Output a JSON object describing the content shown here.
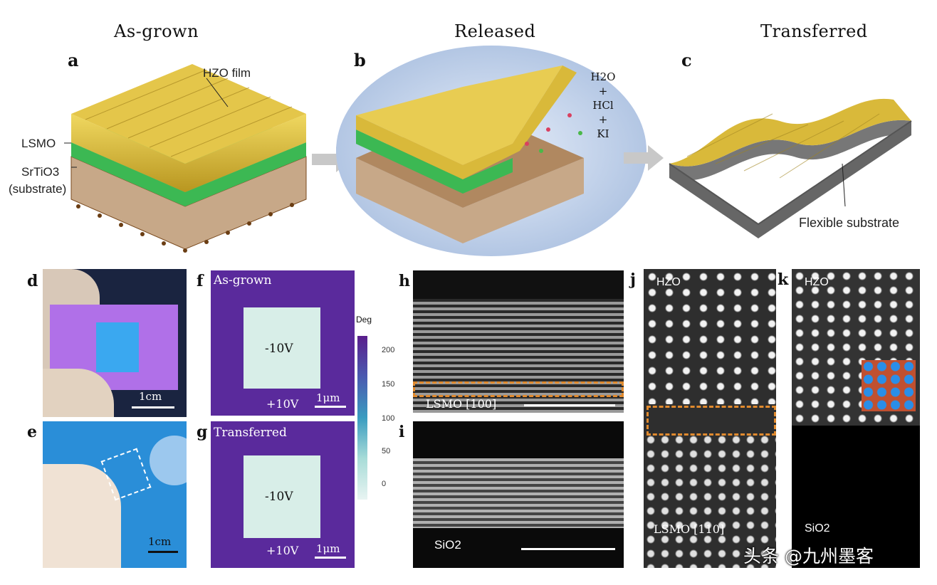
{
  "columns": {
    "as_grown": "As-grown",
    "released": "Released",
    "transferred": "Transferred"
  },
  "panels": {
    "a": "a",
    "b": "b",
    "c": "c",
    "d": "d",
    "e": "e",
    "f": "f",
    "g": "g",
    "h": "h",
    "i": "i",
    "j": "j",
    "k": "k"
  },
  "panel_a": {
    "hzo": "HZO film",
    "lsmo": "LSMO",
    "srtio3": "SrTiO3",
    "substrate": "(substrate)"
  },
  "panel_b": {
    "etchant": [
      "H2O",
      "+",
      "HCl",
      "+",
      "KI"
    ]
  },
  "panel_c": {
    "flexible": "Flexible substrate"
  },
  "panel_d": {
    "scale": "1cm"
  },
  "panel_e": {
    "scale": "1cm"
  },
  "panel_f": {
    "title": "As-grown",
    "inner": "-10V",
    "outer": "+10V",
    "scale": "1μm"
  },
  "panel_g": {
    "title": "Transferred",
    "inner": "-10V",
    "outer": "+10V",
    "scale": "1μm"
  },
  "colorbar": {
    "title": "Deg",
    "ticks": [
      "200",
      "150",
      "100",
      "50",
      "0"
    ]
  },
  "panel_h": {
    "label": "LSMO [100]"
  },
  "panel_i": {
    "label": "SiO2"
  },
  "panel_j": {
    "top": "HZO",
    "bottom": "LSMO [110]"
  },
  "panel_k": {
    "top": "HZO",
    "bottom": "SiO2"
  },
  "watermark": "头条 @九州墨客",
  "colors": {
    "gold": "#d9b93a",
    "green": "#2fb04a",
    "brown": "#7a4a1e",
    "purple": "#5a2a9c",
    "orange_dash": "#e08a2e"
  }
}
